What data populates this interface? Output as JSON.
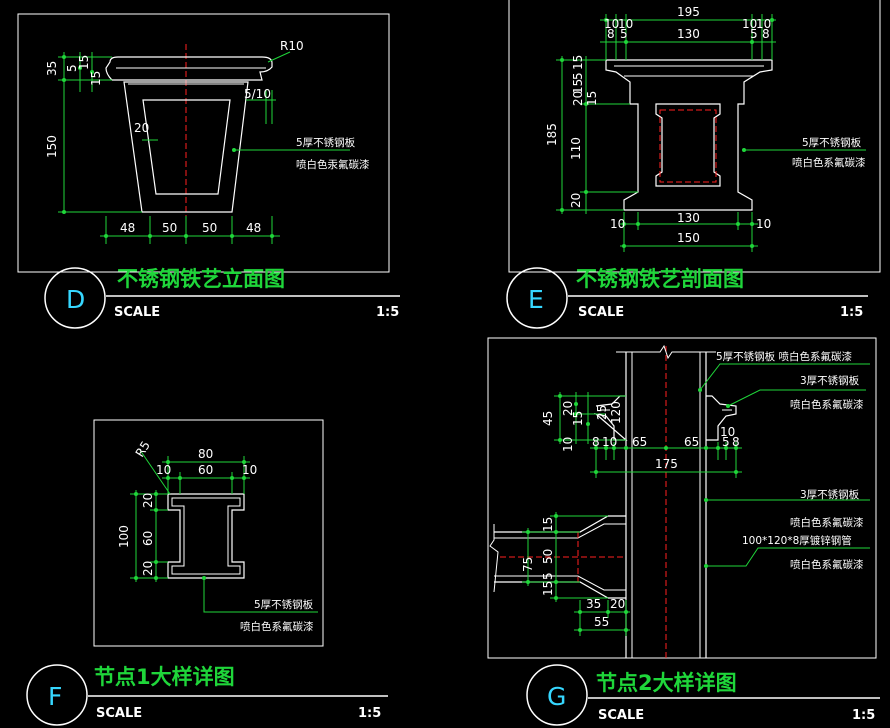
{
  "colors": {
    "background": "#000000",
    "dimension": "#1fd63a",
    "outline": "#ffffff",
    "centerline": "#ff2020",
    "title": "#1fd63a",
    "bubble_text": "#36d7ff"
  },
  "panel_d": {
    "bubble": "D",
    "title": "不锈钢铁艺立面图",
    "scale_label": "SCALE",
    "scale_value": "1:5",
    "dims": {
      "d35": "35",
      "d5": "5",
      "d15a": "15",
      "d15b": "15",
      "d150": "150",
      "r10": "R10",
      "d5_10": "5/10",
      "d20": "20",
      "b48a": "48",
      "b50a": "50",
      "b50b": "50",
      "b48b": "48"
    },
    "note1": "5厚不锈钢板",
    "note2": "喷白色汞氟碳漆"
  },
  "panel_e": {
    "bubble": "E",
    "title": "不锈钢铁艺剖面图",
    "scale_label": "SCALE",
    "scale_value": "1:5",
    "dims": {
      "t195": "195",
      "t10a": "10",
      "t10b": "10",
      "t8a": "8",
      "t5a": "5",
      "t130": "130",
      "t10c": "10",
      "t10d": "10",
      "t5b": "5",
      "t8b": "8",
      "l15a": "15",
      "l5": "5",
      "l15b": "15",
      "l20": "20",
      "l15c": "15",
      "l185": "185",
      "l110": "110",
      "l20b": "20",
      "b10a": "10",
      "b130": "130",
      "b10b": "10",
      "b150": "150"
    },
    "note1": "5厚不锈钢板",
    "note2": "喷白色系氟碳漆"
  },
  "panel_f": {
    "bubble": "F",
    "title": "节点1大样详图",
    "scale_label": "SCALE",
    "scale_value": "1:5",
    "dims": {
      "r5": "R5",
      "t80": "80",
      "t10a": "10",
      "t60": "60",
      "t10b": "10",
      "l20a": "20",
      "l100": "100",
      "l60": "60",
      "l20b": "20"
    },
    "note1": "5厚不锈钢板",
    "note2": "喷白色系氟碳漆"
  },
  "panel_g": {
    "bubble": "G",
    "title": "节点2大样详图",
    "scale_label": "SCALE",
    "scale_value": "1:5",
    "dims": {
      "l45": "45",
      "l20": "20",
      "l15": "15",
      "l10": "10",
      "l25": "25",
      "l120": "120",
      "t8": "8",
      "t10": "10",
      "t65a": "65",
      "t65b": "65",
      "t10b": "10",
      "t5": "5",
      "t8b": "8",
      "t175": "175",
      "s15a": "15",
      "s75": "75",
      "s50": "50",
      "s5": "5",
      "s15b": "15",
      "b35": "35",
      "b20": "20",
      "b55": "55"
    },
    "note_a": "5厚不锈钢板  喷白色系氟碳漆",
    "note_b1": "3厚不锈钢板",
    "note_b2": "喷白色系氟碳漆",
    "note_c1": "3厚不锈钢板",
    "note_c2": "喷白色系氟碳漆",
    "note_c3": "100*120*8厚镀锌钢管",
    "note_c4": "喷白色系氟碳漆"
  }
}
